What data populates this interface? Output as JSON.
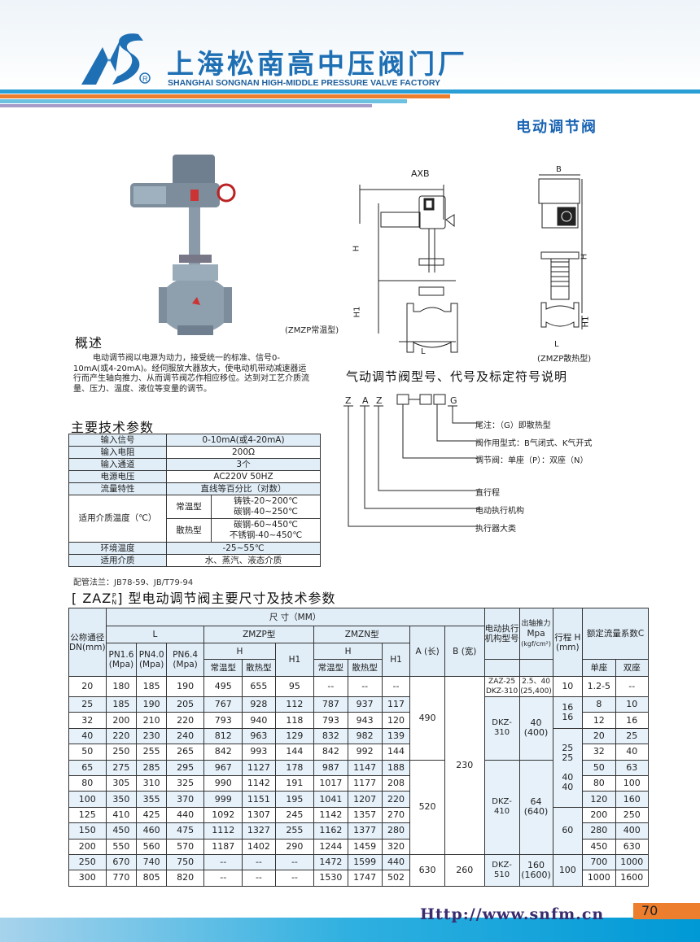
{
  "header": {
    "company_cn": "上海松南高中压阀门厂",
    "company_en": "SHANGHAI SONGNAN HIGH-MIDDLE PRESSURE VALVE FACTORY",
    "registered": "®"
  },
  "page_title": "电动调节阀",
  "figures": {
    "caption_normal": "(ZMZP常温型)",
    "caption_heat": "(ZMZP散热型)",
    "dim_axb": "AXB",
    "dim_b": "B",
    "dim_h": "H",
    "dim_h1": "H1",
    "dim_l": "L"
  },
  "overview": {
    "heading": "概述",
    "text": "电动调节阀以电源为动力，接受统一的标准、信号0-10mA(或4-20mA)。经伺服放大器放大，使电动机带动减速器运行而产生轴向推力、从而调节阀芯作相应移位。达到对工艺介质流量、压力、温度、液位等变量的调节。"
  },
  "params": {
    "heading": "主要技术参数",
    "rows": [
      {
        "label": "输入信号",
        "value": "0-10mA(或4-20mA)"
      },
      {
        "label": "输入电阻",
        "value": "200Ω"
      },
      {
        "label": "输入通道",
        "value": "3个"
      },
      {
        "label": "电源电压",
        "value": "AC220V  50HZ"
      },
      {
        "label": "流量特性",
        "value": "直线等百分比（对数）"
      }
    ],
    "temp_label": "适用介质温度（℃）",
    "temp": [
      {
        "type": "常温型",
        "l1": "铸铁-20~200℃",
        "l2": "碳钢-40~250℃"
      },
      {
        "type": "散热型",
        "l1": "碳钢-60~450℃",
        "l2": "不锈钢-40~450℃"
      }
    ],
    "rows2": [
      {
        "label": "环境温度",
        "value": "-25~55℃"
      },
      {
        "label": "适用介质",
        "value": "水、蒸汽、液态介质"
      }
    ],
    "flange_std": "配管法兰：JB78-59、JB/T79-94"
  },
  "code": {
    "heading": "气动调节阀型号、代号及标定符号说明",
    "letters": [
      "Z",
      "A",
      "Z",
      "G"
    ],
    "dash": "—",
    "items": [
      "尾注：（G）即散热型",
      "阀作用型式：B气闭式、K气开式",
      "调节阀：单座（P）：双座（N）",
      "直行程",
      "电动执行机构",
      "执行器大类"
    ]
  },
  "main_table": {
    "title_pre": "[ ZAZ",
    "title_sup": "P",
    "title_sub": "N",
    "title_post": "] 型电动调节阀主要尺寸及技术参数",
    "h": {
      "dn": "公称通径DN(mm)",
      "size": "尺          寸（MM）",
      "L": "L",
      "zmzp": "ZMZP型",
      "zmzn": "ZMZN型",
      "pn16": "PN1.6 (Mpa)",
      "pn40": "PN4.0 (Mpa)",
      "pn64": "PN6.4 (Mpa)",
      "H": "H",
      "H1": "H1",
      "normal": "常温型",
      "heat": "散热型",
      "A": "A (长)",
      "B": "B (宽)",
      "act": "电动执行机构型号",
      "thrust1": "出轴推力",
      "thrust2": "Mpa",
      "thrust3": "(kgf/cm²)",
      "stroke": "行程 H (mm)",
      "flow": "额定流量系数C",
      "single": "单座",
      "double": "双座"
    },
    "rows": [
      [
        "20",
        "180",
        "185",
        "190",
        "495",
        "655",
        "95",
        "--",
        "--",
        "--",
        "1.2-5",
        "--"
      ],
      [
        "25",
        "185",
        "190",
        "205",
        "767",
        "928",
        "112",
        "787",
        "937",
        "117",
        "8",
        "10"
      ],
      [
        "32",
        "200",
        "210",
        "220",
        "793",
        "940",
        "118",
        "793",
        "943",
        "120",
        "12",
        "16"
      ],
      [
        "40",
        "220",
        "230",
        "240",
        "812",
        "963",
        "129",
        "832",
        "982",
        "139",
        "20",
        "25"
      ],
      [
        "50",
        "250",
        "255",
        "265",
        "842",
        "993",
        "144",
        "842",
        "992",
        "144",
        "32",
        "40"
      ],
      [
        "65",
        "275",
        "285",
        "295",
        "967",
        "1127",
        "178",
        "987",
        "1147",
        "188",
        "50",
        "63"
      ],
      [
        "80",
        "305",
        "310",
        "325",
        "990",
        "1142",
        "191",
        "1017",
        "1177",
        "208",
        "80",
        "100"
      ],
      [
        "100",
        "350",
        "355",
        "370",
        "999",
        "1151",
        "195",
        "1041",
        "1207",
        "220",
        "120",
        "160"
      ],
      [
        "125",
        "410",
        "425",
        "440",
        "1092",
        "1307",
        "245",
        "1142",
        "1357",
        "270",
        "200",
        "250"
      ],
      [
        "150",
        "450",
        "460",
        "475",
        "1112",
        "1327",
        "255",
        "1162",
        "1377",
        "280",
        "280",
        "400"
      ],
      [
        "200",
        "550",
        "560",
        "570",
        "1187",
        "1402",
        "290",
        "1244",
        "1459",
        "320",
        "450",
        "630"
      ],
      [
        "250",
        "670",
        "740",
        "750",
        "--",
        "--",
        "--",
        "1472",
        "1599",
        "440",
        "700",
        "1000"
      ],
      [
        "300",
        "770",
        "805",
        "820",
        "--",
        "--",
        "--",
        "1530",
        "1747",
        "502",
        "1000",
        "1600"
      ]
    ],
    "merged": {
      "A": [
        {
          "v": "490",
          "span": 5
        },
        {
          "v": "520",
          "span": 6
        },
        {
          "v": "630",
          "span": 2
        }
      ],
      "B": [
        {
          "v": "230",
          "span": 11
        },
        {
          "v": "260",
          "span": 2
        }
      ],
      "act": [
        {
          "v": "ZAZ-25\nDKZ-310",
          "span": 1
        },
        {
          "v": "DKZ-310",
          "span": 4
        },
        {
          "v": "DKZ-410",
          "span": 6
        },
        {
          "v": "DKZ-510",
          "span": 2
        }
      ],
      "thrust": [
        {
          "v": "2.5、40\n(25,400)",
          "span": 1
        },
        {
          "v": "40\n(400)",
          "span": 4
        },
        {
          "v": "64\n(640)",
          "span": 6
        },
        {
          "v": "160\n(1600)",
          "span": 2
        }
      ],
      "stroke": [
        {
          "v": "10",
          "span": 1
        },
        {
          "v": "16\n16",
          "span": 2
        },
        {
          "v": "25\n25\n\n40\n40",
          "span": 5
        },
        {
          "v": "60",
          "span": 3
        },
        {
          "v": "100",
          "span": 2
        }
      ]
    }
  },
  "footer": {
    "url": "Http://www.snfm.cn",
    "page": "70"
  },
  "colors": {
    "brand": "#1e6fb4",
    "orange": "#ec7e2e",
    "header_cell": "#e1eef8"
  }
}
